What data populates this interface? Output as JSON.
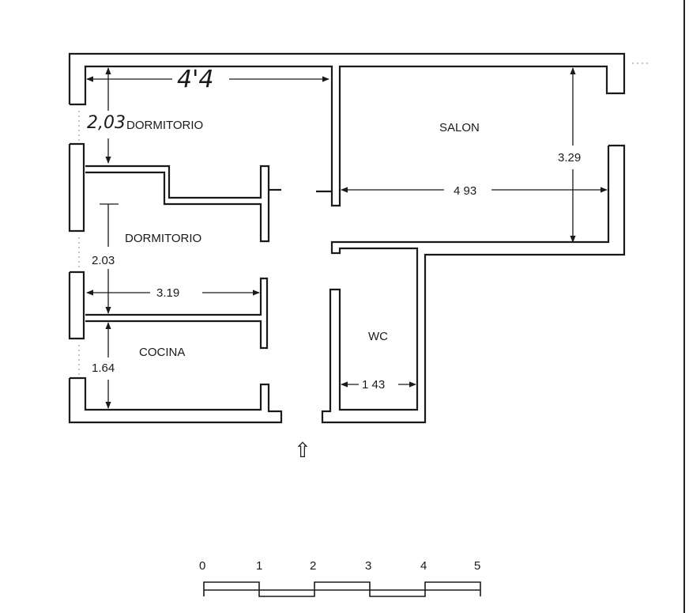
{
  "plan": {
    "rooms": [
      {
        "name": "DORMITORIO",
        "dimension": "2,03"
      },
      {
        "name": "DORMITORIO",
        "dimension": "2.03"
      },
      {
        "name": "COCINA",
        "dimension": "1.64"
      },
      {
        "name": "SALON",
        "dimension": "3.29"
      },
      {
        "name": "WC",
        "dimension": "1 43"
      }
    ],
    "overall_width": "4'4",
    "bedroom_width": "3.19",
    "salon_width": "4 93",
    "entrance_arrow": "⇧"
  },
  "scale_bar": {
    "ticks": [
      "0",
      "1",
      "2",
      "3",
      "4",
      "5"
    ]
  }
}
